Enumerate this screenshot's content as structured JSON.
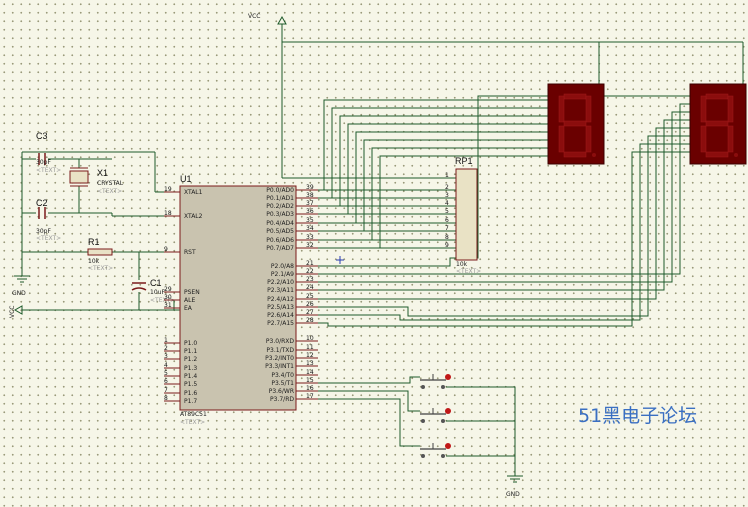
{
  "power": {
    "vcc_top": "VCC",
    "vcc_left": "VCC",
    "gnd_left": "GND",
    "gnd_bottom": "GND"
  },
  "mcu": {
    "ref": "U1",
    "part": "AT89C51",
    "placeholder": "<TEXT>",
    "left_pins": [
      {
        "num": "19",
        "name": "XTAL1"
      },
      {
        "num": "18",
        "name": "XTAL2"
      },
      {
        "num": "9",
        "name": "RST"
      },
      {
        "num": "29",
        "name": "PSEN"
      },
      {
        "num": "30",
        "name": "ALE"
      },
      {
        "num": "31",
        "name": "EA"
      },
      {
        "num": "1",
        "name": "P1.0"
      },
      {
        "num": "2",
        "name": "P1.1"
      },
      {
        "num": "3",
        "name": "P1.2"
      },
      {
        "num": "4",
        "name": "P1.3"
      },
      {
        "num": "5",
        "name": "P1.4"
      },
      {
        "num": "6",
        "name": "P1.5"
      },
      {
        "num": "7",
        "name": "P1.6"
      },
      {
        "num": "8",
        "name": "P1.7"
      }
    ],
    "right_pins": [
      {
        "num": "39",
        "name": "P0.0/AD0"
      },
      {
        "num": "38",
        "name": "P0.1/AD1"
      },
      {
        "num": "37",
        "name": "P0.2/AD2"
      },
      {
        "num": "36",
        "name": "P0.3/AD3"
      },
      {
        "num": "35",
        "name": "P0.4/AD4"
      },
      {
        "num": "34",
        "name": "P0.5/AD5"
      },
      {
        "num": "33",
        "name": "P0.6/AD6"
      },
      {
        "num": "32",
        "name": "P0.7/AD7"
      },
      {
        "num": "21",
        "name": "P2.0/A8"
      },
      {
        "num": "22",
        "name": "P2.1/A9"
      },
      {
        "num": "23",
        "name": "P2.2/A10"
      },
      {
        "num": "24",
        "name": "P2.3/A11"
      },
      {
        "num": "25",
        "name": "P2.4/A12"
      },
      {
        "num": "26",
        "name": "P2.5/A13"
      },
      {
        "num": "27",
        "name": "P2.6/A14"
      },
      {
        "num": "28",
        "name": "P2.7/A15"
      },
      {
        "num": "10",
        "name": "P3.0/RXD"
      },
      {
        "num": "11",
        "name": "P3.1/TXD"
      },
      {
        "num": "12",
        "name": "P3.2/INT0"
      },
      {
        "num": "13",
        "name": "P3.3/INT1"
      },
      {
        "num": "14",
        "name": "P3.4/T0"
      },
      {
        "num": "15",
        "name": "P3.5/T1"
      },
      {
        "num": "16",
        "name": "P3.6/WR"
      },
      {
        "num": "17",
        "name": "P3.7/RD"
      }
    ]
  },
  "components": {
    "c3": {
      "ref": "C3",
      "value": "30pF",
      "placeholder": "<TEXT>"
    },
    "c2": {
      "ref": "C2",
      "value": "30pF",
      "placeholder": "<TEXT>"
    },
    "x1": {
      "ref": "X1",
      "value": "CRYSTAL",
      "placeholder": "<TEXT>"
    },
    "r1": {
      "ref": "R1",
      "value": "10k",
      "placeholder": "<TEXT>"
    },
    "c1": {
      "ref": "C1",
      "value": "10uF",
      "placeholder": "<TEXT>"
    },
    "rp1": {
      "ref": "RP1",
      "value": "10k",
      "placeholder": "<TEXT>",
      "pins": [
        "1",
        "2",
        "3",
        "4",
        "5",
        "6",
        "7",
        "8",
        "9"
      ]
    }
  },
  "displays": [
    {
      "digit": "8",
      "segment_color": "#8b0d0d",
      "body_color": "#6a0000"
    },
    {
      "digit": "8",
      "segment_color": "#8b0d0d",
      "body_color": "#6a0000"
    }
  ],
  "watermark": "51黑电子论坛"
}
